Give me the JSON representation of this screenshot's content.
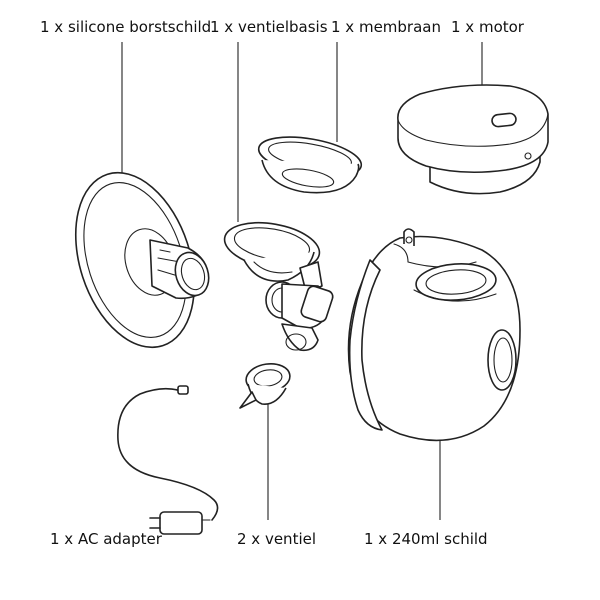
{
  "labels": {
    "breast_shield": "1 x silicone borstschild",
    "valve_base": "1 x ventielbasis",
    "membrane": "1 x membraan",
    "motor": "1 x motor",
    "ac_adapter": "1 x AC adapter",
    "valve": "2 x ventiel",
    "milk_shield": "1 x 240ml schild"
  },
  "colors": {
    "line": "#222222",
    "background": "#ffffff"
  }
}
